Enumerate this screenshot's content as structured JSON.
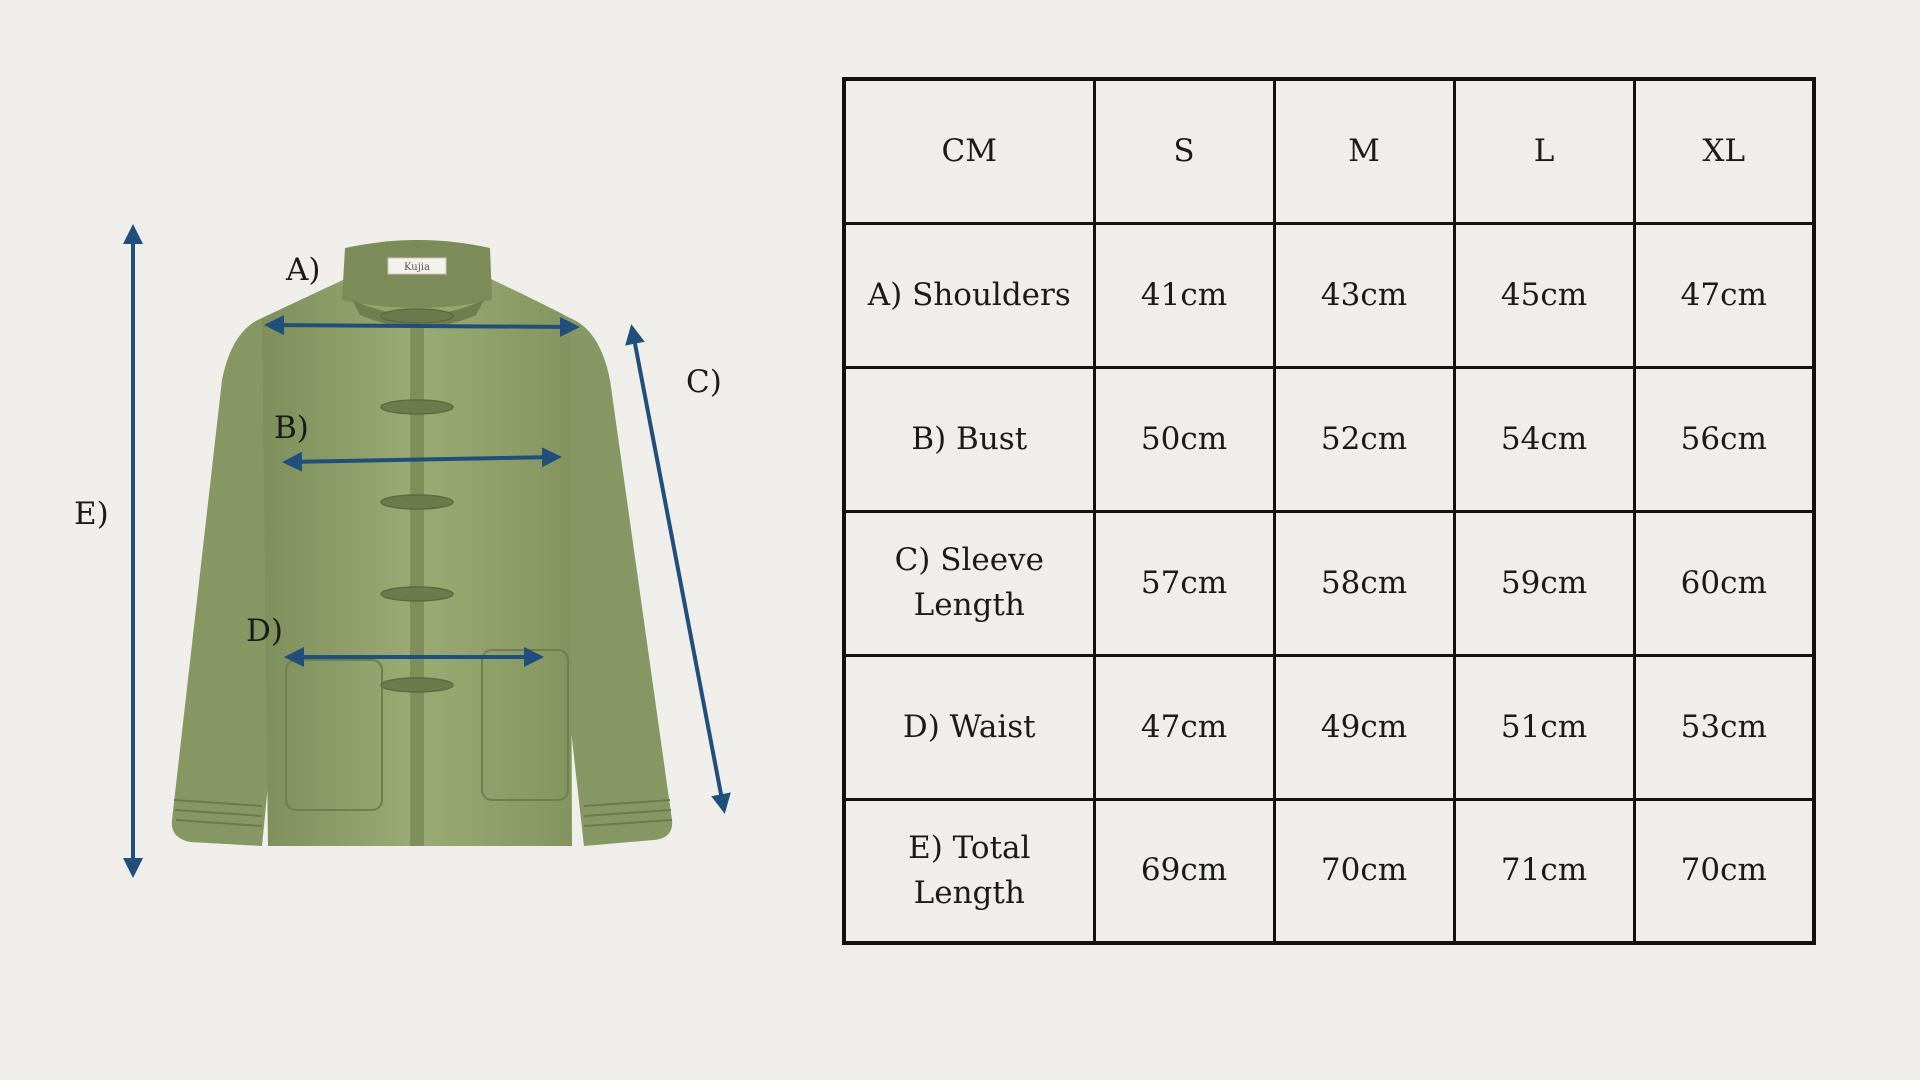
{
  "brand_label": "Kujia",
  "diagram": {
    "labels": {
      "A": "A)",
      "B": "B)",
      "C": "C)",
      "D": "D)",
      "E": "E)"
    },
    "jacket_color": "#8f9f69",
    "arrow_color": "#1f4f7a"
  },
  "table": {
    "header": [
      "CM",
      "S",
      "M",
      "L",
      "XL"
    ],
    "rows": [
      {
        "label": "A) Shoulders",
        "values": [
          "41cm",
          "43cm",
          "45cm",
          "47cm"
        ]
      },
      {
        "label": "B) Bust",
        "values": [
          "50cm",
          "52cm",
          "54cm",
          "56cm"
        ]
      },
      {
        "label": "C) Sleeve Length",
        "values": [
          "57cm",
          "58cm",
          "59cm",
          "60cm"
        ]
      },
      {
        "label": "D) Waist",
        "values": [
          "47cm",
          "49cm",
          "51cm",
          "53cm"
        ]
      },
      {
        "label": "E) Total Length",
        "values": [
          "69cm",
          "70cm",
          "71cm",
          "70cm"
        ]
      }
    ]
  }
}
